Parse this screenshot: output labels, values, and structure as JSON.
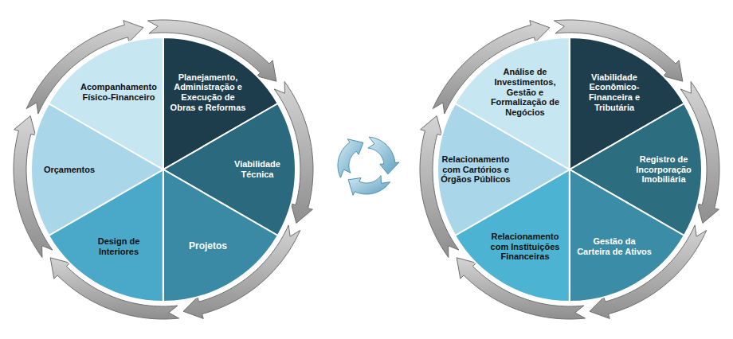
{
  "diagram": {
    "nodes": [
      {
        "text": [
          "Planejamento, Administração e Execução de Obras e Reformas"
        ]
      },
      {
        "text": [
          "Viabilidade Técnica"
        ]
      },
      {
        "text": [
          "Projetos"
        ]
      },
      {
        "text": [
          "Design de Interiores"
        ]
      },
      {
        "text": [
          "Orçamentos"
        ]
      },
      {
        "text": [
          "Acompanhamento Físico-Financeiro"
        ]
      },
      {
        "text": [
          "Viabilidade Econômico-Financeira e Tributária"
        ]
      },
      {
        "text": [
          "Registro de Incorporação Imobiliária"
        ]
      },
      {
        "text": [
          "Gestão da Carteira de Ativos"
        ]
      },
      {
        "text": [
          "Relacionamento com Instituições Financeiras"
        ]
      },
      {
        "text": [
          "Relacionamento com Cartórios e Órgãos Públicos"
        ]
      },
      {
        "text": [
          "Análise de Investimentos, Gestão e Formalização de Negócios"
        ]
      }
    ]
  }
}
